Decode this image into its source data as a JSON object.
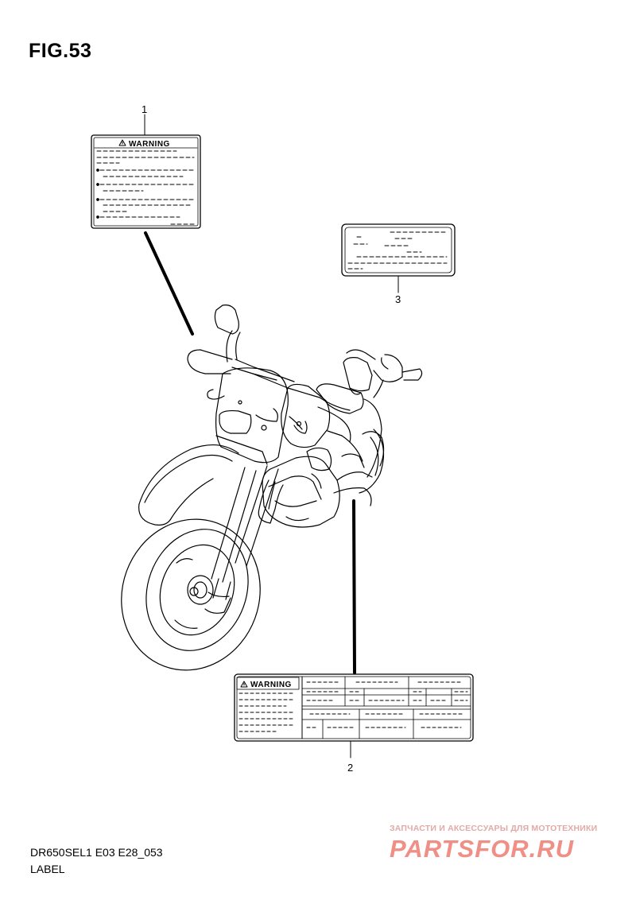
{
  "figure": {
    "title": "FIG.53",
    "model_code": "DR650SEL1 E03 E28_053",
    "section_label": "LABEL"
  },
  "callouts": {
    "label_1": "1",
    "label_2": "2",
    "label_3": "3"
  },
  "labels": {
    "label_1_header": "WARNING",
    "label_2_header": "WARNING"
  },
  "watermark": {
    "tagline": "ЗАПЧАСТИ И АКСЕССУАРЫ ДЛЯ МОТОТЕХНИКИ",
    "brand": "PARTSFOR.RU",
    "color": "#ef8f86"
  },
  "icons": {
    "warning": "warning-triangle-icon"
  }
}
